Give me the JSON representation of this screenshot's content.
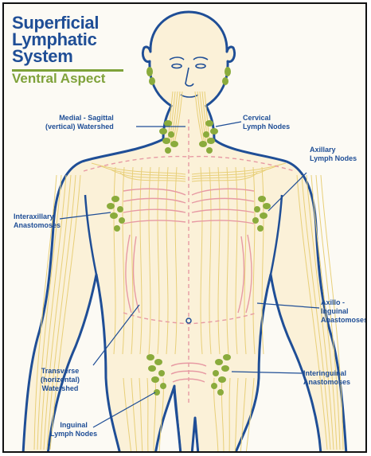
{
  "title": {
    "line1": "Superficial",
    "line2": "Lymphatic",
    "line3": "System"
  },
  "subtitle": "Ventral Aspect",
  "labels": {
    "medial_sagittal": {
      "line1": "Medial - Sagittal",
      "line2": "(vertical) Watershed"
    },
    "cervical": {
      "line1": "Cervical",
      "line2": "Lymph Nodes"
    },
    "axillary": {
      "line1": "Axillary",
      "line2": "Lymph Nodes"
    },
    "interaxillary": {
      "line1": "Interaxillary",
      "line2": "Anastomoses"
    },
    "axillo_inguinal": {
      "line1": "Axillo -",
      "line2": "Inguinal",
      "line3": "Anastomoses"
    },
    "transverse": {
      "line1": "Transverse",
      "line2": "(horizontal)",
      "line3": "Watershed"
    },
    "interinguinal": {
      "line1": "Interinguinal",
      "line2": "Anastomoses"
    },
    "inguinal": {
      "line1": "Inguinal",
      "line2": "Lymph Nodes"
    }
  },
  "colors": {
    "outline": "#1f4e96",
    "skin": "#fbf1d8",
    "vessels": "#e8cf78",
    "watershed": "#e79aa3",
    "nodes": "#8aab3c",
    "title": "#1f4e96",
    "subtitle": "#7fa23a"
  }
}
